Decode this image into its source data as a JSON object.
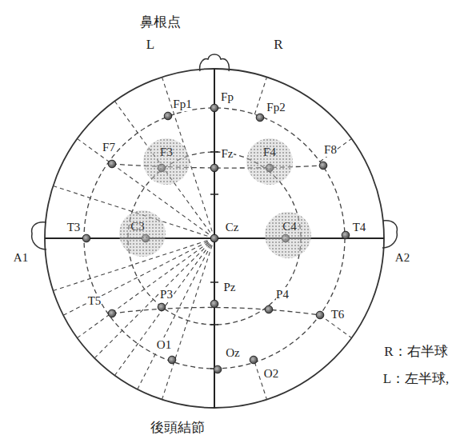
{
  "diagram": {
    "nodes": [
      {
        "text": [
          "F3"
        ]
      },
      {
        "text": [
          "F4"
        ]
      },
      {
        "text": [
          "C3"
        ]
      },
      {
        "text": [
          "C4"
        ]
      }
    ],
    "labels": [
      "鼻根点",
      "L",
      "R",
      "Fp1",
      "Fp",
      "Fp2",
      "F7",
      "Fz",
      "F8",
      "T3",
      "Cz",
      "T4",
      "A1",
      "A2",
      "T5",
      "P3",
      "Pz",
      "P4",
      "T6",
      "O1",
      "Oz",
      "O2",
      "R：右半球",
      "L：左半球,",
      "後頭結節"
    ]
  }
}
